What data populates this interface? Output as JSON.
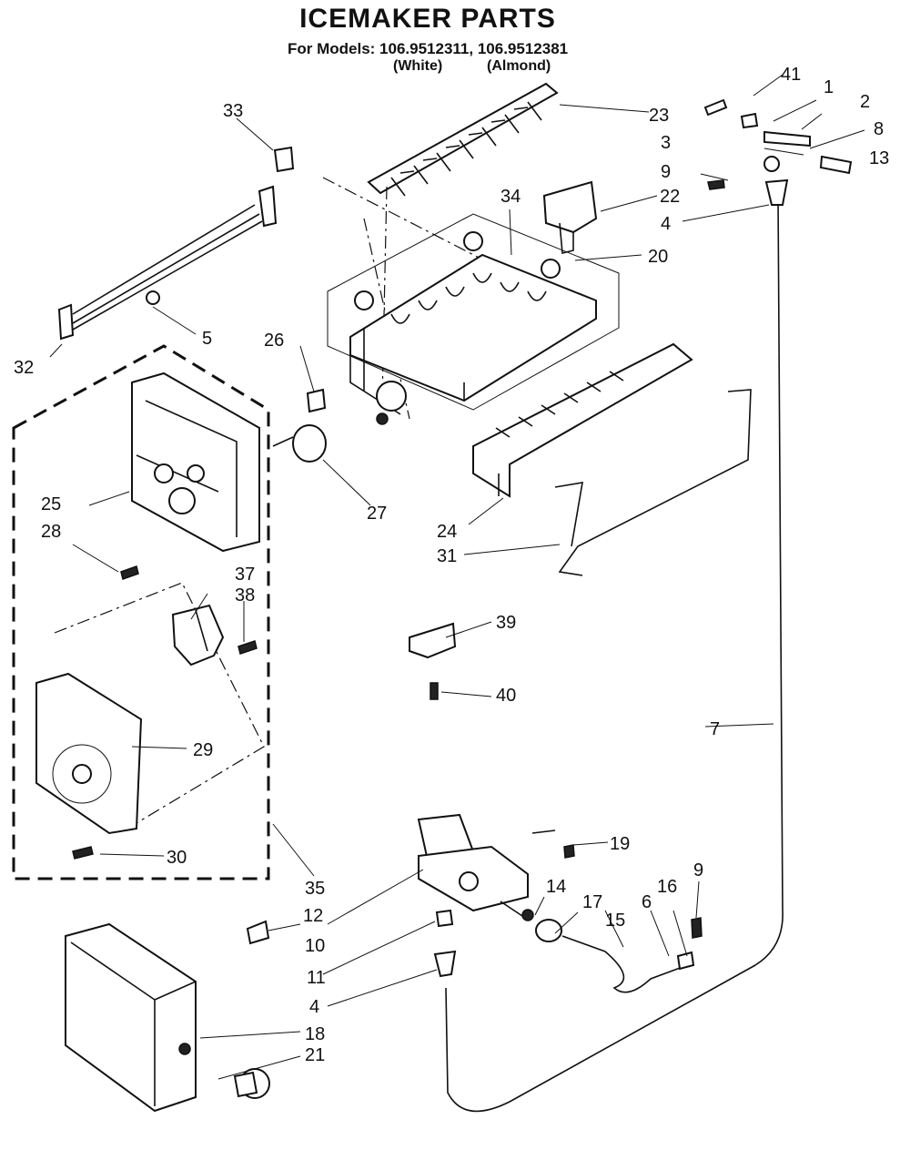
{
  "title": "ICEMAKER PARTS",
  "models_line": "For Models: 106.9512311, 106.9512381",
  "variants": [
    "(White)",
    "(Almond)"
  ],
  "callouts": {
    "c1": "1",
    "c2": "2",
    "c3": "3",
    "c4a": "4",
    "c4b": "4",
    "c5": "5",
    "c6": "6",
    "c7": "7",
    "c8": "8",
    "c9a": "9",
    "c9b": "9",
    "c10": "10",
    "c11": "11",
    "c12": "12",
    "c13": "13",
    "c14": "14",
    "c15": "15",
    "c16": "16",
    "c17": "17",
    "c18": "18",
    "c19": "19",
    "c20": "20",
    "c21": "21",
    "c22": "22",
    "c23": "23",
    "c24": "24",
    "c25": "25",
    "c26": "26",
    "c27": "27",
    "c28": "28",
    "c29": "29",
    "c30": "30",
    "c31": "31",
    "c32": "32",
    "c33": "33",
    "c34": "34",
    "c35": "35",
    "c37": "37",
    "c38": "38",
    "c39": "39",
    "c40": "40",
    "c41": "41"
  }
}
